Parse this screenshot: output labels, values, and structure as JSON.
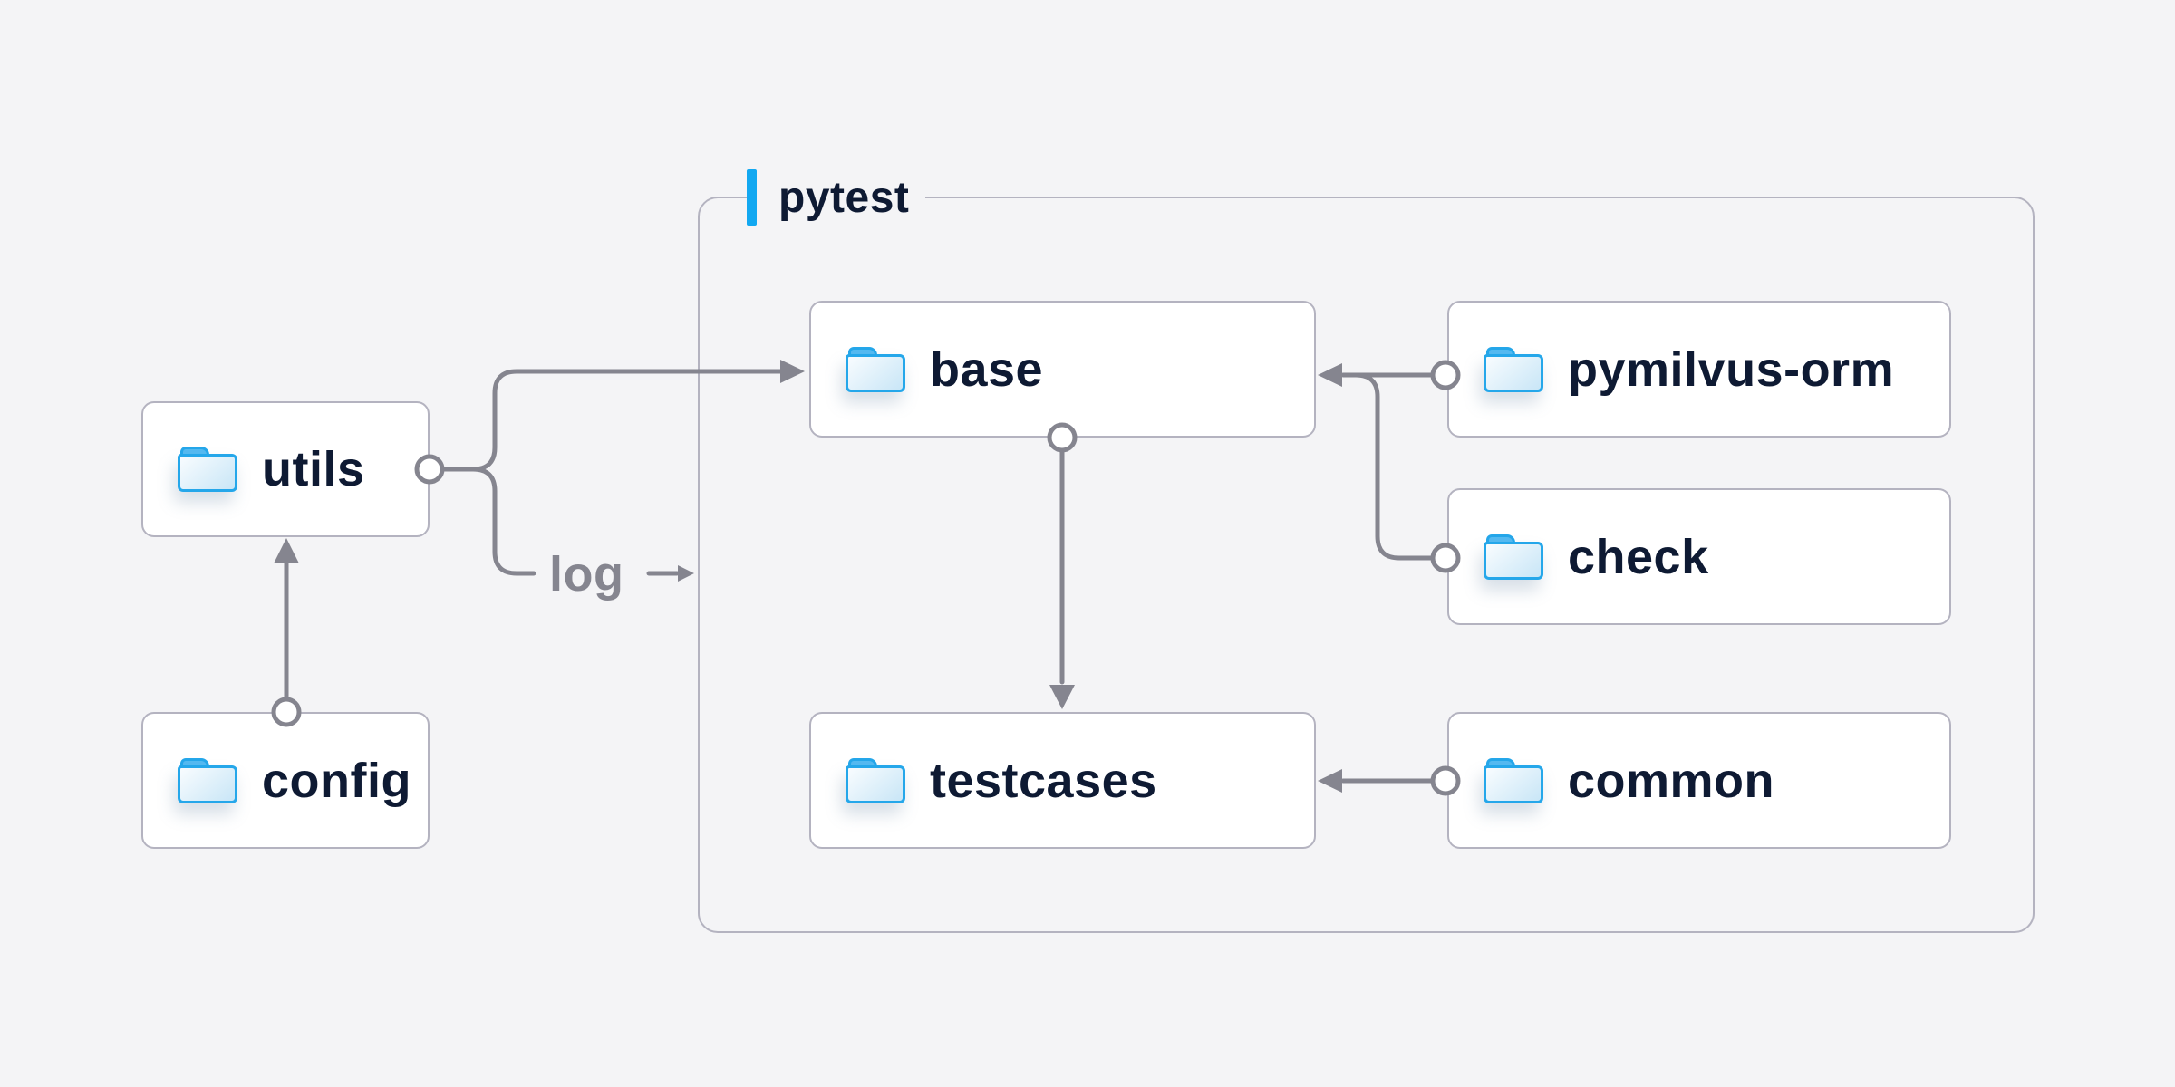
{
  "group": {
    "label": "pytest"
  },
  "nodes": [
    {
      "id": "utils",
      "label": "utils"
    },
    {
      "id": "config",
      "label": "config"
    },
    {
      "id": "base",
      "label": "base"
    },
    {
      "id": "pymilvus-orm",
      "label": "pymilvus-orm"
    },
    {
      "id": "check",
      "label": "check"
    },
    {
      "id": "testcases",
      "label": "testcases"
    },
    {
      "id": "common",
      "label": "common"
    }
  ],
  "edges": [
    {
      "from": "config",
      "to": "utils"
    },
    {
      "from": "utils",
      "to": "base"
    },
    {
      "from": "utils",
      "to": "pytest",
      "label": "log"
    },
    {
      "from": "pymilvus-orm",
      "to": "base"
    },
    {
      "from": "check",
      "to": "base"
    },
    {
      "from": "base",
      "to": "testcases"
    },
    {
      "from": "common",
      "to": "testcases"
    }
  ],
  "colors": {
    "background": "#f4f4f6",
    "node_background": "#ffffff",
    "border": "#b4b3c0",
    "connector": "#85858f",
    "text": "#0e1a33",
    "muted_text": "#85858f",
    "accent_blue": "#12a8f1",
    "folder_outline": "#25a7ea",
    "folder_tab": "#54baf1",
    "folder_fill_light": "#f6fbfe",
    "folder_fill_dark": "#cbe7f7"
  }
}
